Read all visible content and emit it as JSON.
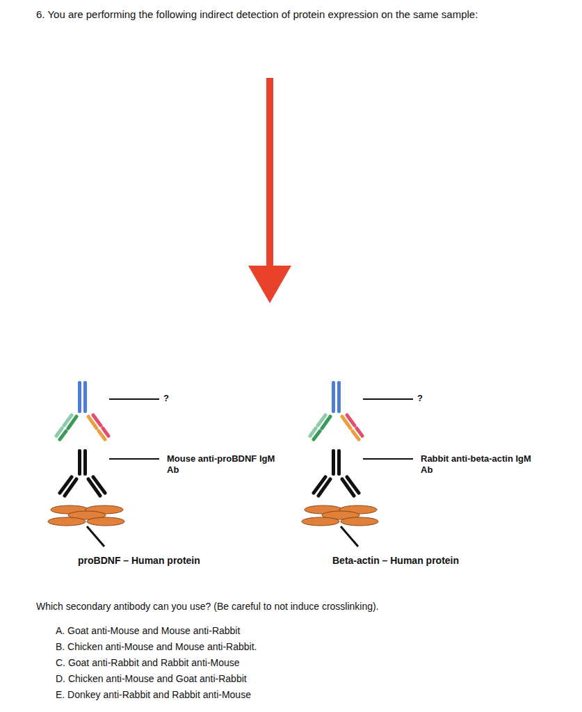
{
  "diagram": {
    "title": "6. You are performing the following indirect detection of protein expression on the same sample:",
    "labels": [
      "?",
      "Mouse anti-proBDNF IgM Ab",
      "proBDNF – Human protein",
      "?",
      "Rabbit anti-beta-actin IgM Ab",
      "Beta-actin – Human protein",
      "Which secondary antibody can you use? (Be careful to not induce crosslinking).",
      "A.  Goat anti-Mouse and Mouse anti-Rabbit",
      "B.  Chicken anti-Mouse and Mouse anti-Rabbit.",
      "C.  Goat anti-Rabbit and Rabbit anti-Mouse",
      "D.  Chicken anti-Mouse and Goat anti-Rabbit",
      "E.  Donkey anti-Rabbit and Rabbit anti-Mouse"
    ]
  }
}
